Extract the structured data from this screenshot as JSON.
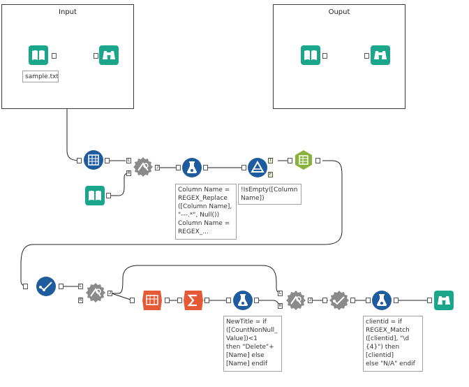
{
  "containers": {
    "input": {
      "title": "Input"
    },
    "output": {
      "title": "Ouput"
    }
  },
  "annotations": {
    "input_file": "sample.txt",
    "regex_formula": "Column Name =\nREGEX_Replace\n([Column Name],\n\"---.*\", Null())\nColumn Name =\nREGEX_...",
    "filter_expr": "!IsEmpty([Column\nName])",
    "newtitle_formula": "NewTitle = if\n([CountNonNull_\nValue])<1\nthen \"Delete\"+\n[Name] else\n[Name] endif",
    "clientid_formula": "clientid = if\nREGEX_Match\n([clientid], \"\\d\n{4}\") then\n[clientid]\nelse \"N/A\" endif"
  },
  "anchors": {
    "join_left": "L",
    "join_right": "R",
    "join_J": "J",
    "filter_true": "T",
    "filter_false": "F"
  },
  "tools": [
    {
      "id": "input-data-1",
      "icon": "input-data-icon"
    },
    {
      "id": "browse-1",
      "icon": "browse-icon"
    },
    {
      "id": "input-data-2",
      "icon": "input-data-icon"
    },
    {
      "id": "browse-2",
      "icon": "browse-icon"
    },
    {
      "id": "text-to-columns",
      "icon": "text-to-columns-icon"
    },
    {
      "id": "input-data-3",
      "icon": "input-data-icon"
    },
    {
      "id": "join-1",
      "icon": "join-icon"
    },
    {
      "id": "formula-1",
      "icon": "formula-icon"
    },
    {
      "id": "filter-1",
      "icon": "filter-icon"
    },
    {
      "id": "select-records",
      "icon": "select-records-icon"
    },
    {
      "id": "auto-field",
      "icon": "auto-field-icon"
    },
    {
      "id": "join-2",
      "icon": "join-icon"
    },
    {
      "id": "crosstab",
      "icon": "crosstab-icon"
    },
    {
      "id": "summarize",
      "icon": "summarize-icon"
    },
    {
      "id": "formula-2",
      "icon": "formula-icon"
    },
    {
      "id": "join-3",
      "icon": "join-icon"
    },
    {
      "id": "auto-field-2",
      "icon": "auto-field-icon"
    },
    {
      "id": "formula-3",
      "icon": "formula-icon"
    },
    {
      "id": "browse-3",
      "icon": "browse-icon"
    }
  ],
  "colors": {
    "teal": "#1aa68a",
    "blue": "#1f5c9e",
    "gray": "#8a8a8a",
    "green": "#8bb13d",
    "red": "#d9482b",
    "orange": "#e45a36"
  }
}
